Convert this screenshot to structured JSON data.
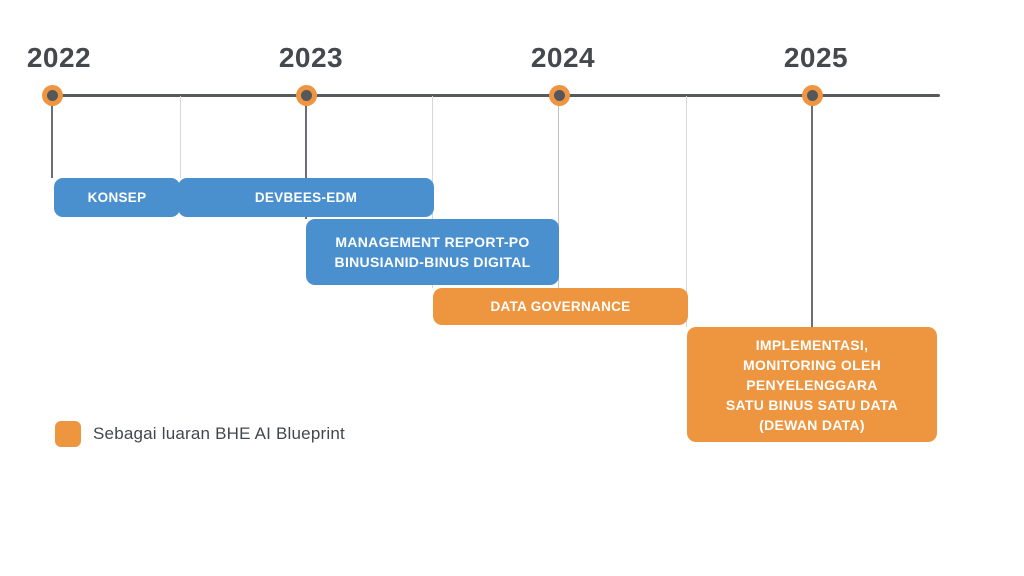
{
  "chart_data": {
    "type": "timeline",
    "title": "",
    "years": [
      "2022",
      "2023",
      "2024",
      "2025"
    ],
    "axis": {
      "start": 2022,
      "end": 2025.5,
      "tick_interval": 1,
      "orientation": "horizontal"
    },
    "bars": [
      {
        "label": "KONSEP",
        "start": 2022.0,
        "end": 2022.5,
        "row": 1,
        "color": "#4A90CF"
      },
      {
        "label": "DEVBEES-EDM",
        "start": 2022.5,
        "end": 2023.5,
        "row": 1,
        "color": "#4A90CF"
      },
      {
        "label": "MANAGEMENT REPORT-PO\nBINUSIANID-BINUS DIGITAL",
        "start": 2023.0,
        "end": 2024.0,
        "row": 2,
        "color": "#4A90CF"
      },
      {
        "label": "DATA GOVERNANCE",
        "start": 2023.5,
        "end": 2024.5,
        "row": 3,
        "color": "#EE9540"
      },
      {
        "label": "IMPLEMENTASI,\nMONITORING OLEH\nPENYELENGGARA\nSATU BINUS SATU DATA\n(DEWAN DATA)",
        "start": 2024.5,
        "end": 2025.5,
        "row": 4,
        "color": "#EE9540"
      }
    ],
    "legend": [
      {
        "swatch_color": "#EE9540",
        "label": "Sebagai luaran BHE AI Blueprint"
      }
    ],
    "colors": {
      "blue_bar": "#4A90CF",
      "orange_bar": "#EE9540",
      "axis_line": "#56595F",
      "marker_ring": "#F0953F",
      "marker_core": "#54585D",
      "year_text": "#45494E",
      "background": "#FFFFFF"
    },
    "layout_hints": {
      "grid": "vertical-droplines",
      "legend_position": "bottom-left"
    }
  }
}
